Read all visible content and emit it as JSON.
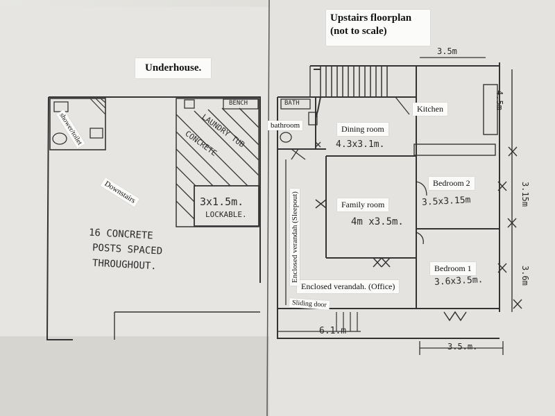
{
  "labels": {
    "underhouse": "Underhouse.",
    "upstairs_title": "Upstairs floorplan",
    "upstairs_subtitle": "(not to scale)",
    "kitchen": "Kitchen",
    "bathroom": "bathroom",
    "dining_room": "Dining room",
    "bedroom2": "Bedroom 2",
    "family_room": "Family room",
    "bedroom1": "Bedroom 1",
    "enclosed_verandah_office": "Enclosed verandah. (Office)",
    "sliding_door": "Sliding door",
    "enclosed_verandah_sleepout": "Enclosed verandah (Sleepout)",
    "downstairs": "Downstairs",
    "shower_toilet": "shower/toilet"
  },
  "handwritten": {
    "top_width": "3.5m",
    "kitchen_depth": "4.5m",
    "dining_dims": "4.3x3.1m.",
    "bedroom2_dims": "3.5x3.15m",
    "bedroom2_side": "3.15m",
    "family_dims": "4m x3.5m.",
    "bedroom1_dims": "3.6x3.5m.",
    "bedroom1_side": "3.6m",
    "bottom_width": "6.1.m",
    "bottom_right_width": "3.5.m.",
    "lockable_dims": "3x1.5m.",
    "lockable": "LOCKABLE.",
    "bench": "BENCH",
    "laundry_tub": "LAUNDRY TUB",
    "concrete": "CONCRETE",
    "posts_line1": "16 CONCRETE",
    "posts_line2": "POSTS SPACED",
    "posts_line3": "THROUGHOUT.",
    "bath_small": "BATH"
  }
}
